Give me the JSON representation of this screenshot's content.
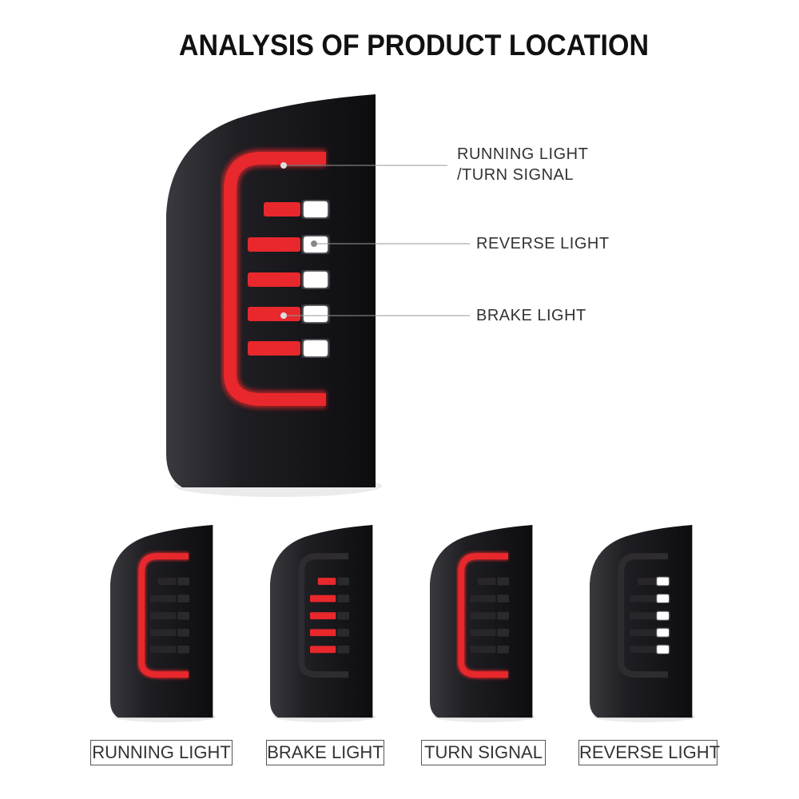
{
  "title": "ANALYSIS OF PRODUCT LOCATION",
  "callouts": {
    "running_line1": "RUNNING LIGHT",
    "running_line2": "/TURN SIGNAL",
    "reverse": "REVERSE LIGHT",
    "brake": "BRAKE LIGHT"
  },
  "variants": [
    {
      "label": "RUNNING LIGHT",
      "mode": "running"
    },
    {
      "label": "BRAKE LIGHT",
      "mode": "brake"
    },
    {
      "label": "TURN SIGNAL",
      "mode": "turn"
    },
    {
      "label": "REVERSE LIGHT",
      "mode": "reverse"
    }
  ],
  "colors": {
    "red": "#e8282c",
    "body": "#1c1b20",
    "white": "#ffffff"
  }
}
